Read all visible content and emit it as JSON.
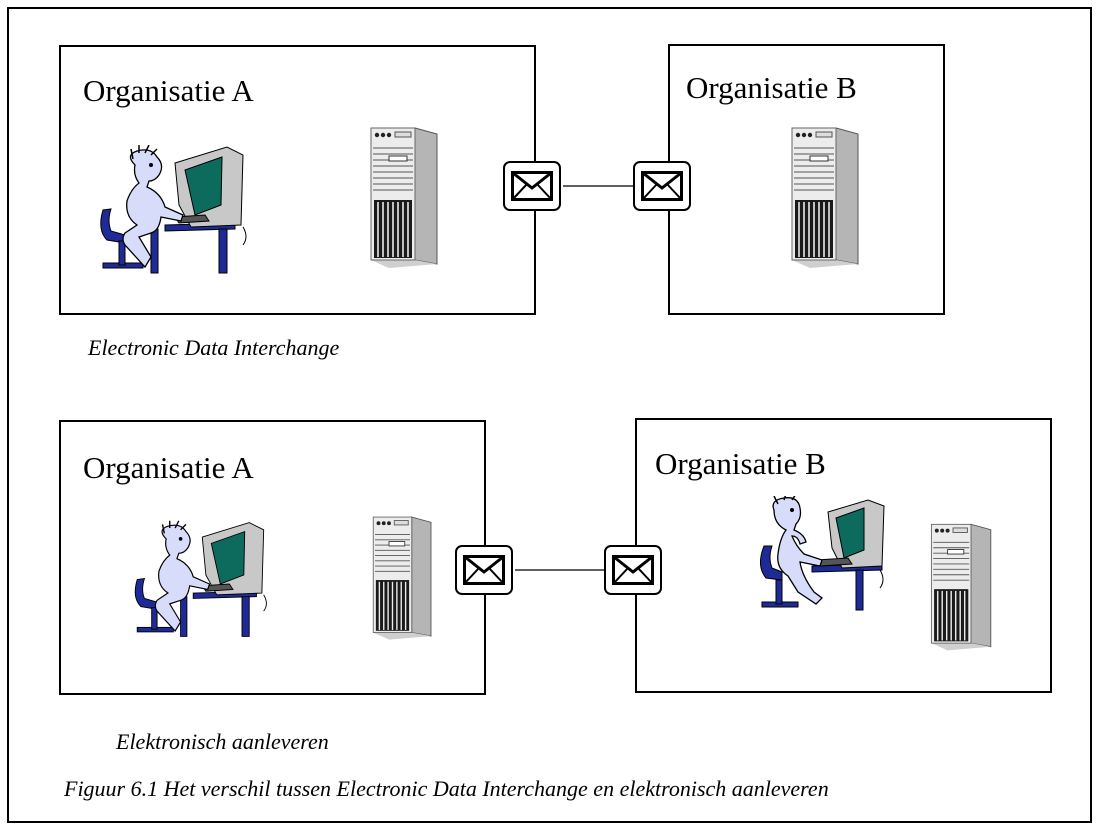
{
  "diagram": {
    "section1": {
      "org_a_label": "Organisatie A",
      "org_b_label": "Organisatie B",
      "caption": "Electronic Data Interchange"
    },
    "section2": {
      "org_a_label": "Organisatie A",
      "org_b_label": "Organisatie B",
      "caption": "Elektronisch aanleveren"
    },
    "figure_caption": "Figuur 6.1 Het verschil tussen Electronic Data Interchange en elektronisch aanleveren"
  },
  "icons": {
    "person": "person-at-computer-icon",
    "server": "server-tower-icon",
    "message": "envelope-icon"
  },
  "colors": {
    "person_fill": "#d8dcfb",
    "chair": "#1e2b96",
    "screen": "#0d6b5e",
    "monitor": "#c8c8c8",
    "server_body": "#eaeaea"
  }
}
